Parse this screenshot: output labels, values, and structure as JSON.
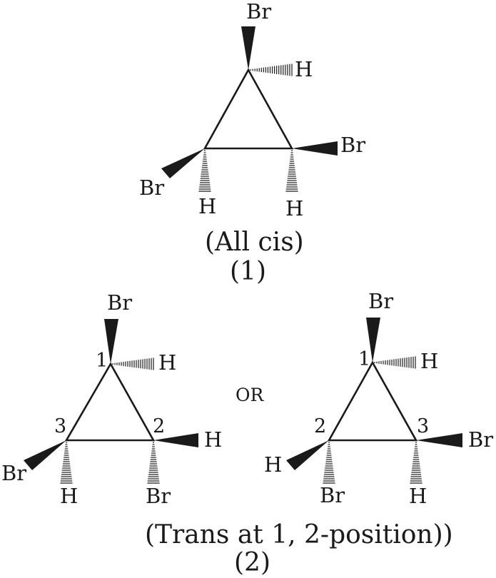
{
  "molecule_1": {
    "top_br": "Br",
    "top_h": "H",
    "left_br": "Br",
    "left_h": "H",
    "right_br": "Br",
    "right_h": "H",
    "caption": "(All cis)",
    "number": "(1)"
  },
  "molecule_2a": {
    "c1_label": "1",
    "c2_label": "2",
    "c3_label": "3",
    "c1_br": "Br",
    "c1_h": "H",
    "c2_h": "H",
    "c2_br": "Br",
    "c3_br": "Br",
    "c3_h": "H"
  },
  "separator": "OR",
  "molecule_2b": {
    "c1_label": "1",
    "c2_label": "2",
    "c3_label": "3",
    "c1_br": "Br",
    "c1_h": "H",
    "c2_h": "H",
    "c2_br": "Br",
    "c3_br": "Br",
    "c3_h": "H"
  },
  "caption_2": "(Trans at 1, 2-position))",
  "number_2": "(2)"
}
